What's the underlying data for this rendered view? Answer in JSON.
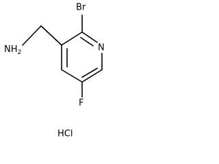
{
  "molecule": {
    "atoms": {
      "amine": "NH",
      "amine_subscript": "2",
      "bromine": "Br",
      "ring_nitrogen": "N",
      "fluorine": "F"
    },
    "salt": "HCl"
  }
}
